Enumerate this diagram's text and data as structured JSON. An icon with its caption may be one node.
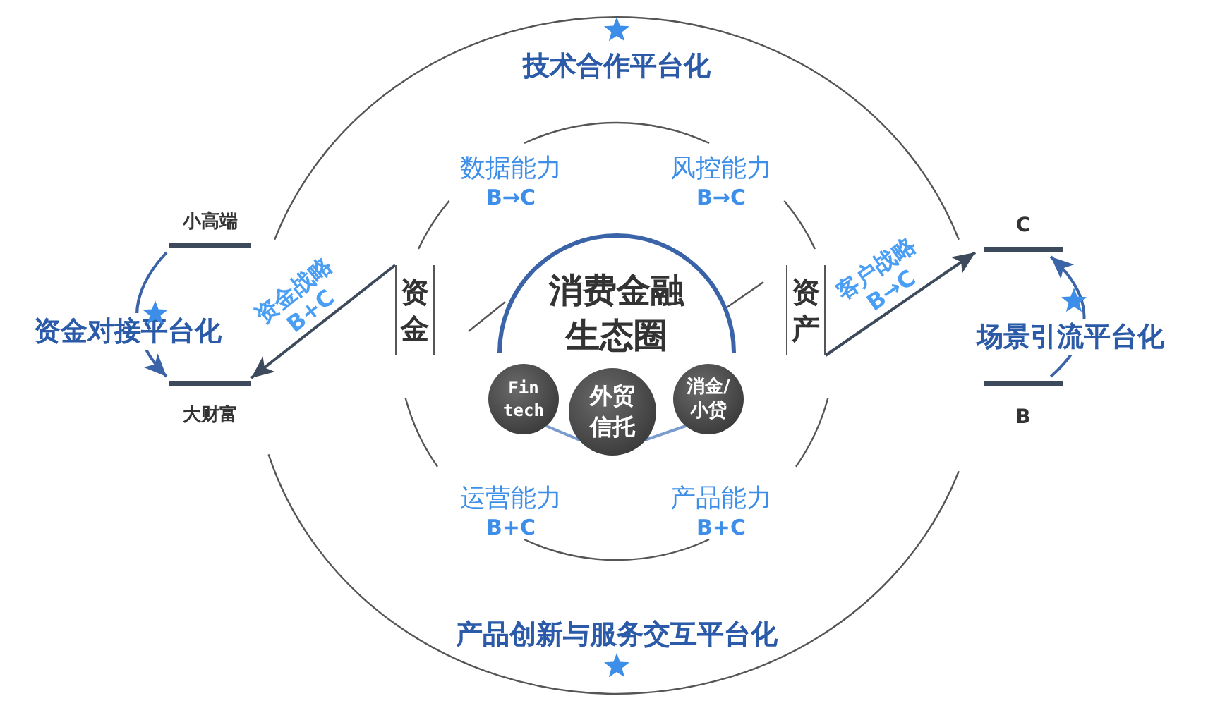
{
  "diagram": {
    "nodes": [
      {
        "text": [
          "小高端"
        ]
      },
      {
        "text": [
          "C"
        ]
      },
      {
        "text": [
          "资金"
        ]
      },
      {
        "text": [
          "消费金融生态圈"
        ]
      },
      {
        "text": [
          "资产"
        ]
      },
      {
        "text": [
          "大财富"
        ]
      },
      {
        "text": [
          "B"
        ]
      },
      {
        "text": [
          "Fin tech"
        ]
      },
      {
        "text": [
          "外贸信托"
        ]
      },
      {
        "text": [
          "消金/小贷"
        ]
      }
    ],
    "edges": [
      {
        "from": 0,
        "to": 5,
        "arrow": "to",
        "label": "资金对接平台化"
      },
      {
        "from": 2,
        "to": 5,
        "arrow": "to",
        "label": "资金战略 B+C"
      },
      {
        "from": 4,
        "to": 1,
        "arrow": "to",
        "label": "客户战略 B→C"
      },
      {
        "from": 6,
        "to": 1,
        "arrow": "to",
        "label": "场景引流平台化"
      },
      {
        "from": 7,
        "to": 8,
        "arrow": "none",
        "color": "#7a9ccc"
      },
      {
        "from": 8,
        "to": 9,
        "arrow": "none",
        "color": "#7a9ccc"
      }
    ],
    "labels": [
      "技术合作平台化",
      "数据能力",
      "B→C",
      "风控能力",
      "B→C",
      "运营能力",
      "B+C",
      "产品能力",
      "B+C",
      "产品创新与服务交互平台化"
    ]
  }
}
